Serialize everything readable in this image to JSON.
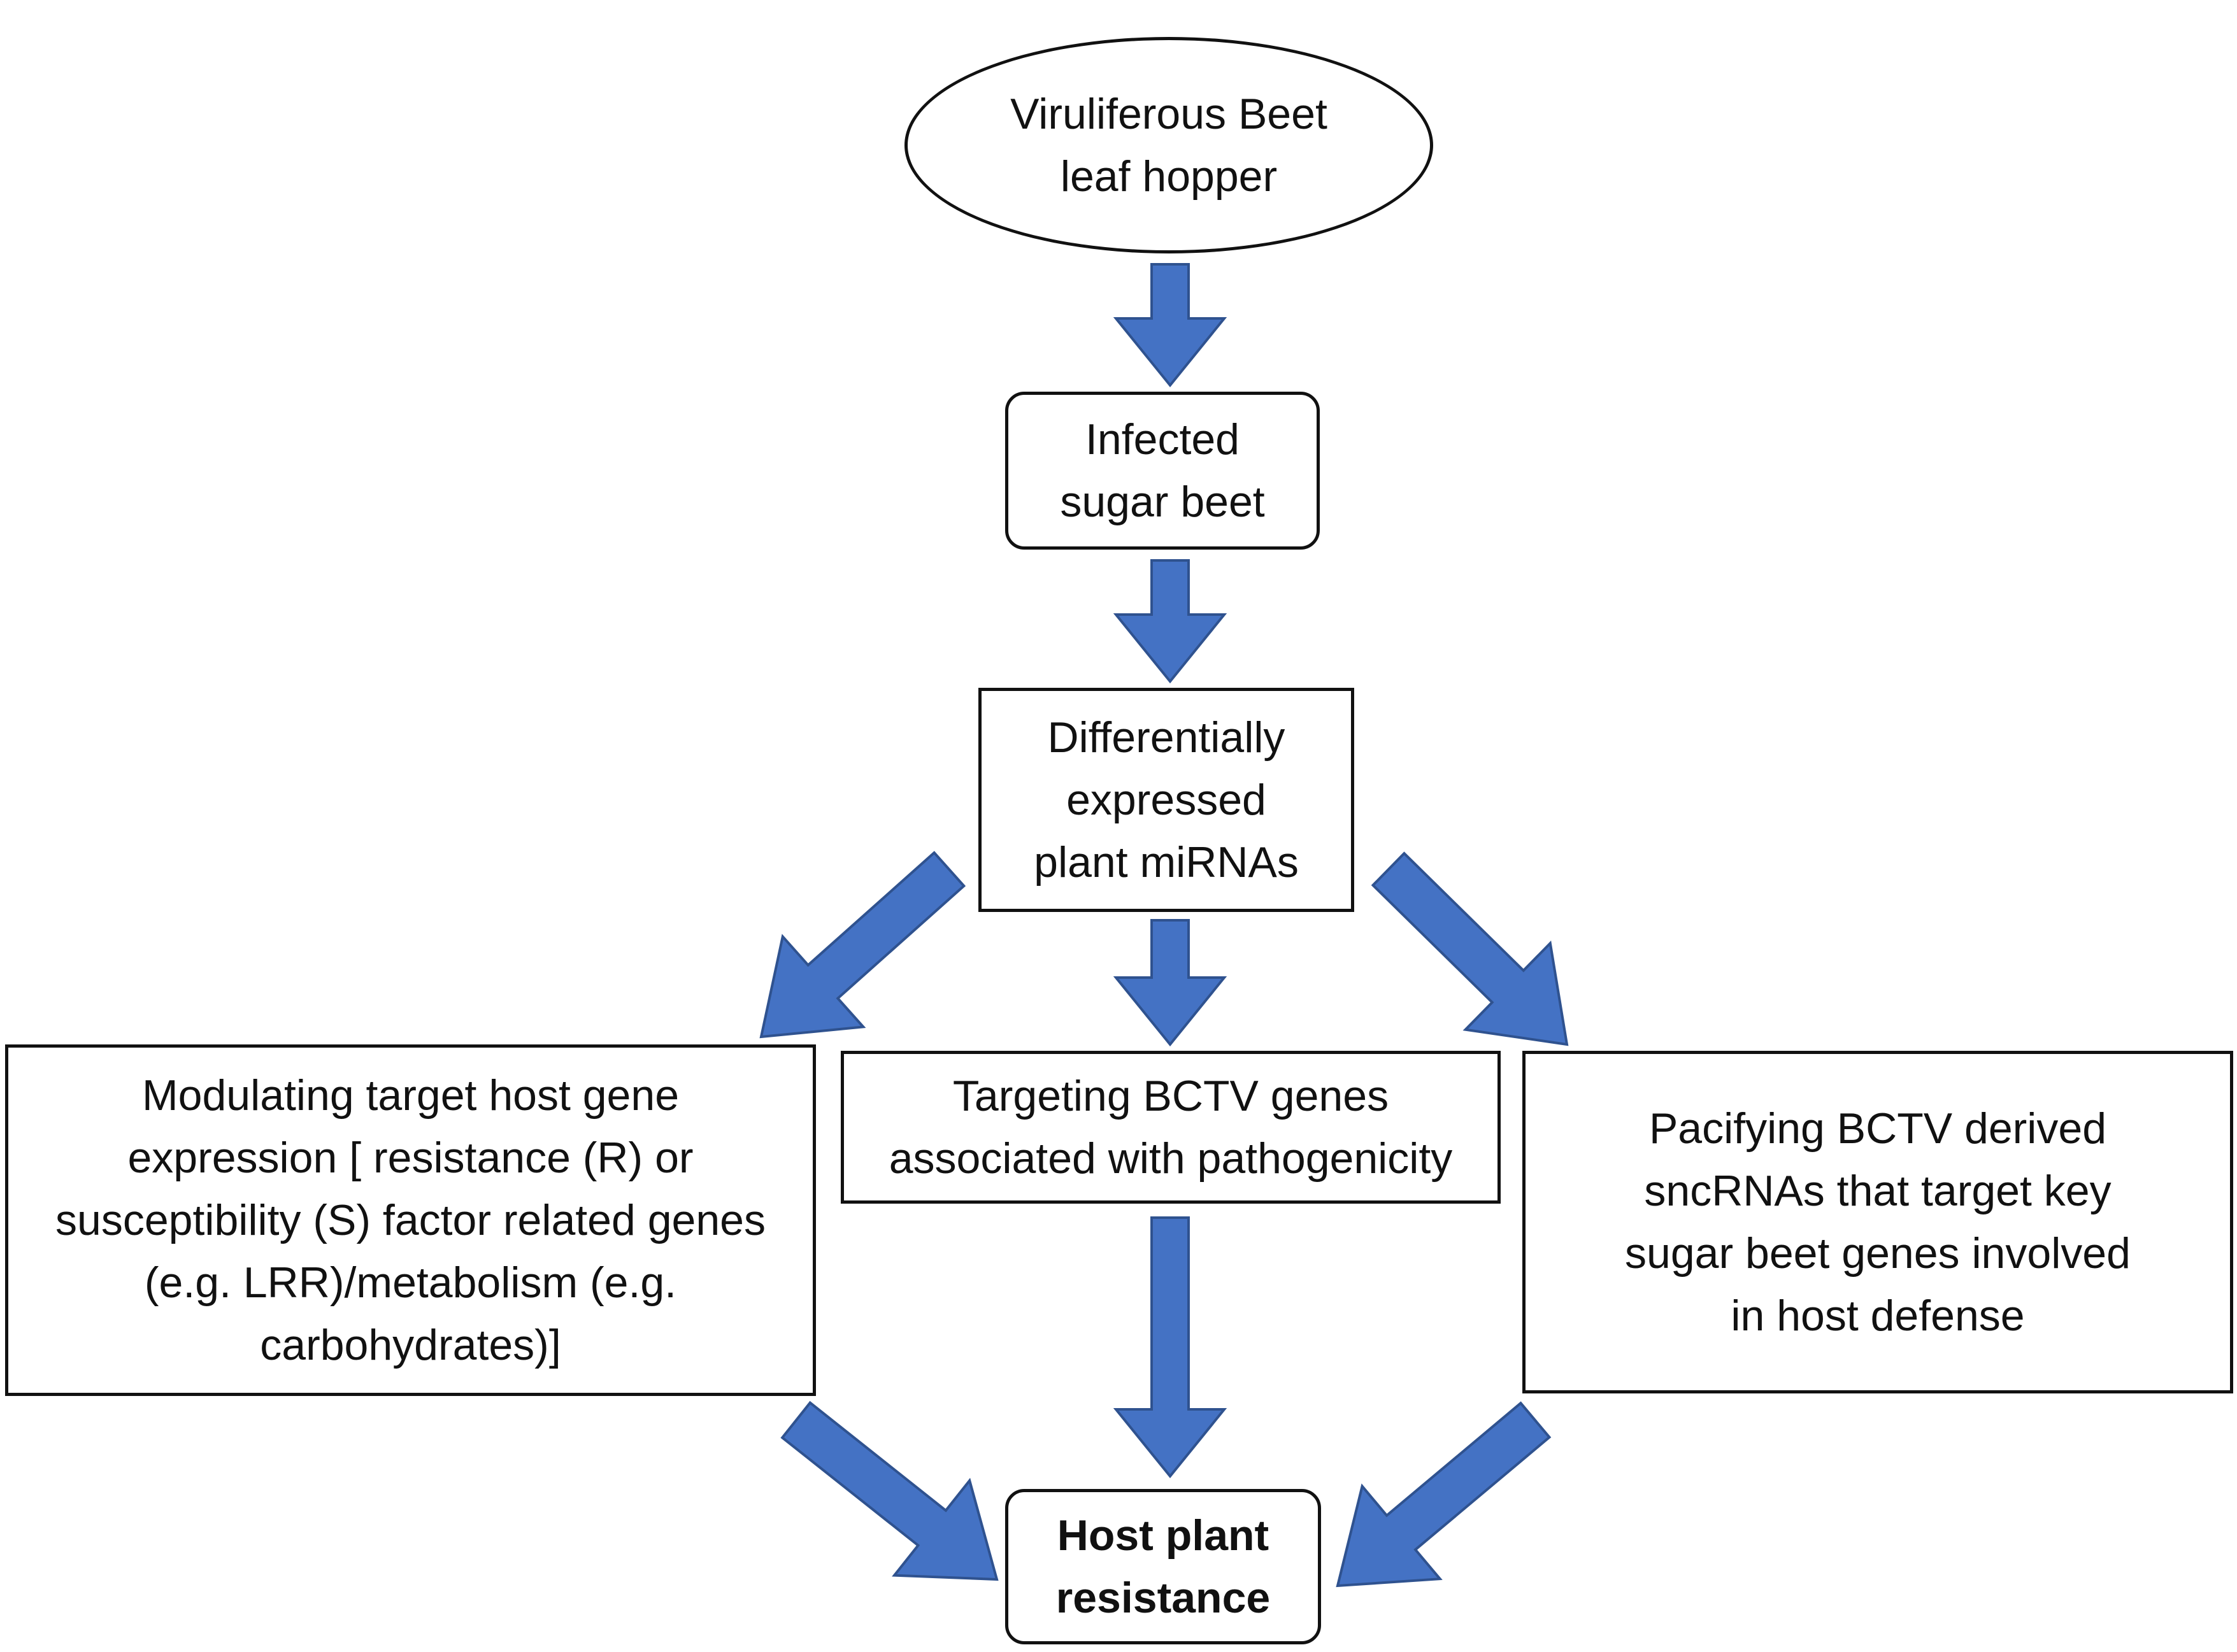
{
  "nodes": {
    "vector": {
      "label": "Viruliferous Beet\nleaf hopper",
      "shape": "ellipse"
    },
    "infected": {
      "label": "Infected\nsugar beet",
      "shape": "rounded-rectangle"
    },
    "mirnas": {
      "label": "Differentially\nexpressed\nplant miRNAs",
      "shape": "rectangle"
    },
    "modulating": {
      "label": "Modulating target host gene\nexpression [ resistance (R) or\nsusceptibility (S) factor related genes\n(e.g. LRR)/metabolism (e.g.\ncarbohydrates)]",
      "shape": "rectangle"
    },
    "targeting": {
      "label": "Targeting BCTV genes\nassociated with pathogenicity",
      "shape": "rectangle"
    },
    "pacifying": {
      "label": "Pacifying BCTV derived\nsncRNAs that target key\nsugar beet genes involved\nin host defense",
      "shape": "rectangle"
    },
    "resistance": {
      "label": "Host plant\nresistance",
      "shape": "rounded-rectangle"
    }
  },
  "edges": [
    {
      "from": "vector",
      "to": "infected"
    },
    {
      "from": "infected",
      "to": "mirnas"
    },
    {
      "from": "mirnas",
      "to": "modulating"
    },
    {
      "from": "mirnas",
      "to": "targeting"
    },
    {
      "from": "mirnas",
      "to": "pacifying"
    },
    {
      "from": "modulating",
      "to": "resistance"
    },
    {
      "from": "targeting",
      "to": "resistance"
    },
    {
      "from": "pacifying",
      "to": "resistance"
    }
  ],
  "colors": {
    "arrow_fill": "#4472C4",
    "arrow_stroke": "#2F528F",
    "box_border": "#111111",
    "text": "#111111",
    "background": "#FFFFFF"
  }
}
